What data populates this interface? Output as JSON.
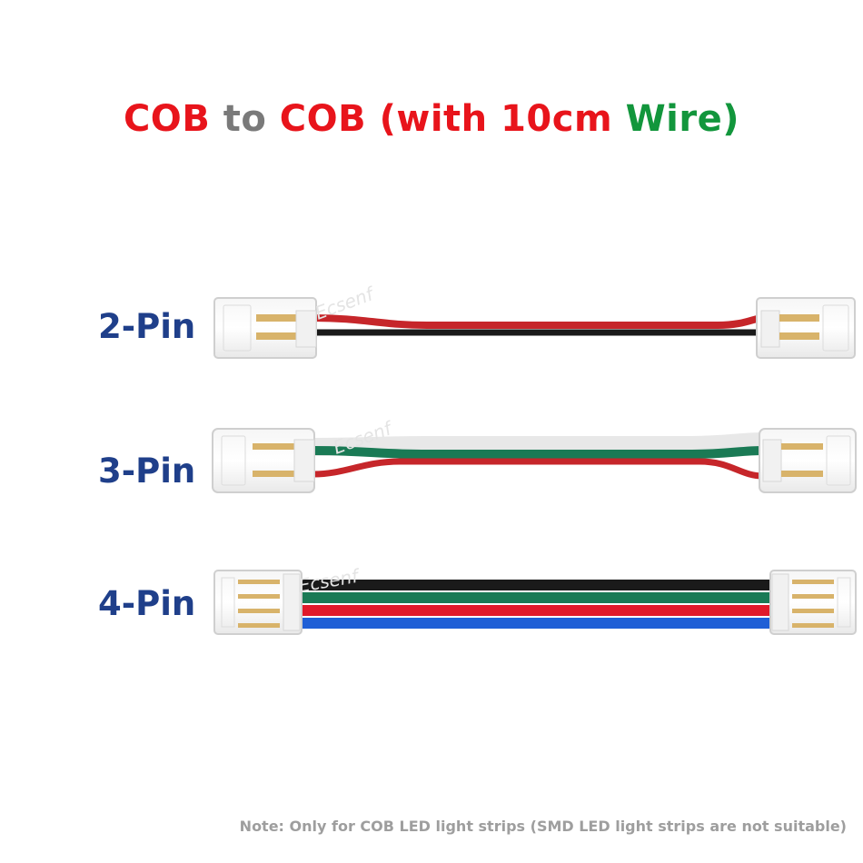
{
  "title": {
    "part1": "COB",
    "part2": "to",
    "part3": "COB",
    "part4": "(with 10cm",
    "part5": "Wire)",
    "colors": {
      "red": "#e8141b",
      "gray": "#7a7a7a",
      "green": "#12963c"
    }
  },
  "rows": [
    {
      "label": "2-Pin",
      "wires": [
        "red",
        "black"
      ]
    },
    {
      "label": "3-Pin",
      "wires": [
        "green",
        "red"
      ]
    },
    {
      "label": "4-Pin",
      "wires": [
        "black",
        "green",
        "red",
        "blue"
      ]
    }
  ],
  "watermark": "Ecsenf",
  "note": "Note: Only for COB LED light strips (SMD LED light strips are not suitable)",
  "wire_colors": {
    "red": "#c6262a",
    "black": "#1a1a1a",
    "green": "#1a7a55",
    "blue": "#1f5fd6"
  }
}
